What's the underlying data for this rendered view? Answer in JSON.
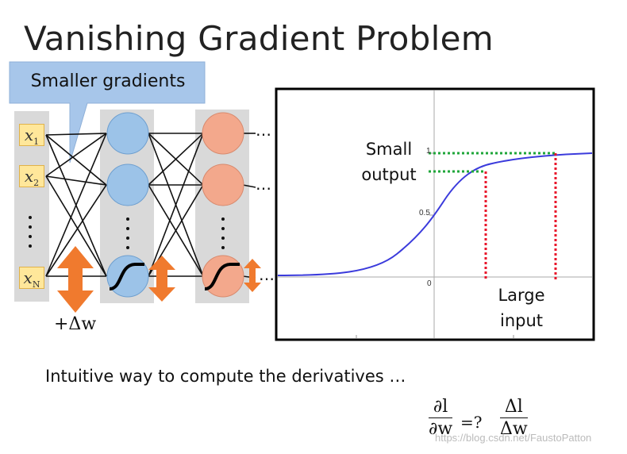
{
  "title": "Vanishing Gradient Problem",
  "callout": "Smaller gradients",
  "inputs": {
    "x1": {
      "var": "x",
      "sub": "1"
    },
    "x2": {
      "var": "x",
      "sub": "2"
    },
    "xN": {
      "var": "x",
      "sub": "N"
    },
    "vdots": "⋮"
  },
  "hidden_ellipsis": "…",
  "delta_w": "+Δw",
  "plot": {
    "small_output": "Small\noutput",
    "large_input": "Large\ninput",
    "tick_1": "1",
    "tick_05": "0.5",
    "tick_0": "0"
  },
  "caption": "Intuitive way to compute the derivatives …",
  "formula": {
    "lhs_num": "∂l",
    "lhs_den": "∂w",
    "eq": "=?",
    "rhs_num": "Δl",
    "rhs_den": "Δw"
  },
  "watermark": "https://blog.csdn.net/FaustoPatton",
  "colors": {
    "layer1_node": "#9cc3e8",
    "layer2_node": "#f3a88c",
    "arrow": "#f07a2e",
    "sigmoid": "#3b3bdc",
    "dotted_red": "#e8142a",
    "dotted_green": "#1fa63a",
    "callout": "#a7c6ea",
    "column_bg": "#d9d9d9"
  }
}
